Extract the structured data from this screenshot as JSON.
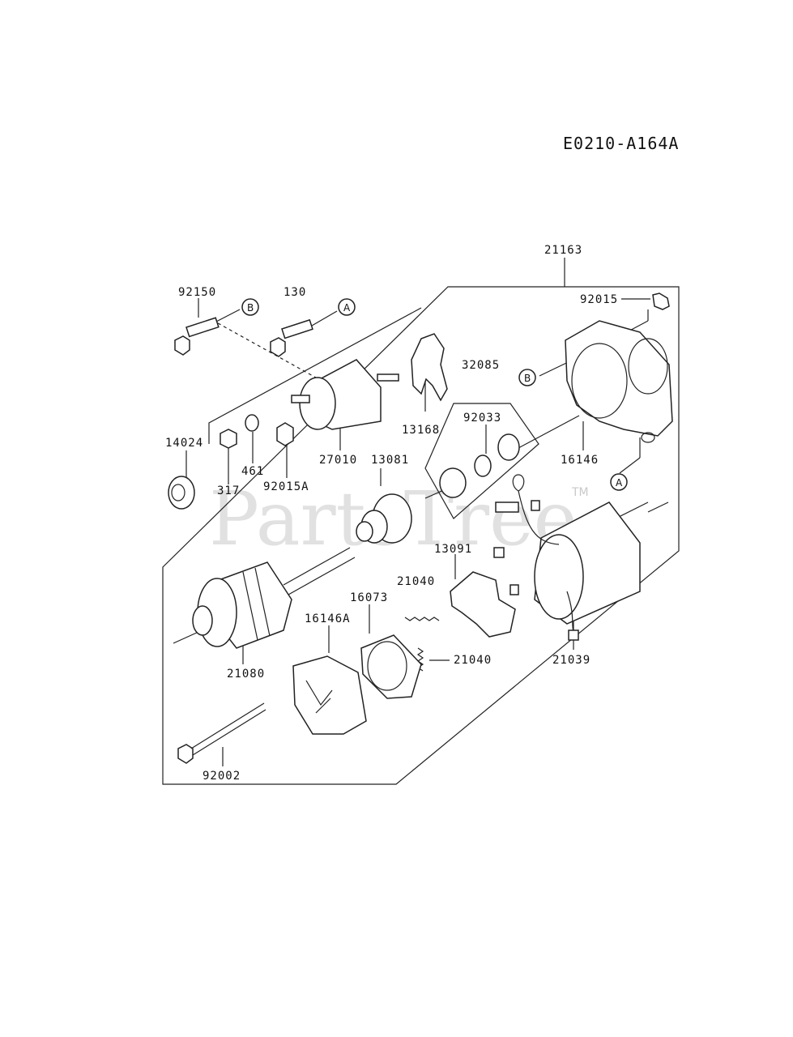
{
  "diagram_code": "E0210-A164A",
  "watermark": "PartsTree",
  "watermark_mark": "TM",
  "callouts": {
    "A": "A",
    "B": "B"
  },
  "labels": {
    "p21163": "21163",
    "p92150": "92150",
    "p130": "130",
    "p92015": "92015",
    "p32085": "32085",
    "p13168": "13168",
    "p92033": "92033",
    "p14024": "14024",
    "p461": "461",
    "p27010": "27010",
    "p13081": "13081",
    "p16146": "16146",
    "p317": "317",
    "p92015A": "92015A",
    "p13091": "13091",
    "p21040a": "21040",
    "p16073": "16073",
    "p16146A": "16146A",
    "p21040b": "21040",
    "p21039": "21039",
    "p21080": "21080",
    "p92002": "92002"
  }
}
